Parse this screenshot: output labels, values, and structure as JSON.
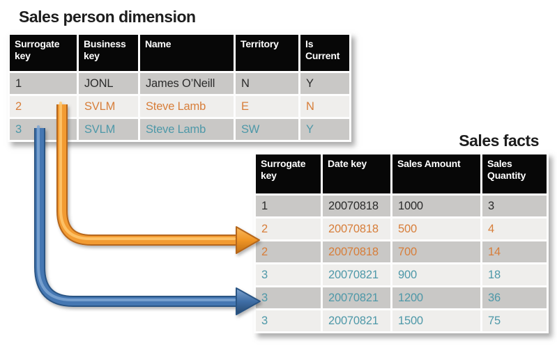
{
  "titles": {
    "dimension": "Sales person dimension",
    "facts": "Sales facts"
  },
  "dimension_table": {
    "columns": [
      "Surrogate key",
      "Business key",
      "Name",
      "Territory",
      "Is Current"
    ],
    "rows": [
      {
        "cells": [
          "1",
          "JONL",
          "James O’Neill",
          "N",
          "Y"
        ],
        "text_color": "dark"
      },
      {
        "cells": [
          "2",
          "SVLM",
          "Steve Lamb",
          "E",
          "N"
        ],
        "text_color": "orange"
      },
      {
        "cells": [
          "3",
          "SVLM",
          "Steve Lamb",
          "SW",
          "Y"
        ],
        "text_color": "teal"
      }
    ]
  },
  "facts_table": {
    "columns": [
      "Surrogate key",
      "Date key",
      "Sales Amount",
      "Sales Quantity"
    ],
    "rows": [
      {
        "cells": [
          "1",
          "20070818",
          "1000",
          "3"
        ],
        "text_color": "dark"
      },
      {
        "cells": [
          "2",
          "20070818",
          "500",
          "4"
        ],
        "text_color": "orange"
      },
      {
        "cells": [
          "2",
          "20070818",
          "700",
          "14"
        ],
        "text_color": "orange"
      },
      {
        "cells": [
          "3",
          "20070821",
          "900",
          "18"
        ],
        "text_color": "teal"
      },
      {
        "cells": [
          "3",
          "20070821",
          "1200",
          "36"
        ],
        "text_color": "teal"
      },
      {
        "cells": [
          "3",
          "20070821",
          "1500",
          "75"
        ],
        "text_color": "teal"
      }
    ]
  },
  "arrows": [
    {
      "name": "orange-curved-arrow",
      "color": "#f29b33"
    },
    {
      "name": "blue-curved-arrow",
      "color": "#4577b2"
    }
  ],
  "colors": {
    "header_bg": "#070707",
    "header_text": "#ffffff",
    "row_gray": "#c9c8c6",
    "row_light": "#efeeec",
    "text_dark": "#2b2b2b",
    "text_orange": "#d77e3a",
    "text_teal": "#4e98a8",
    "arrow_orange": "#f29b33",
    "arrow_blue": "#4577b2",
    "title_text": "#1d1d1d"
  }
}
